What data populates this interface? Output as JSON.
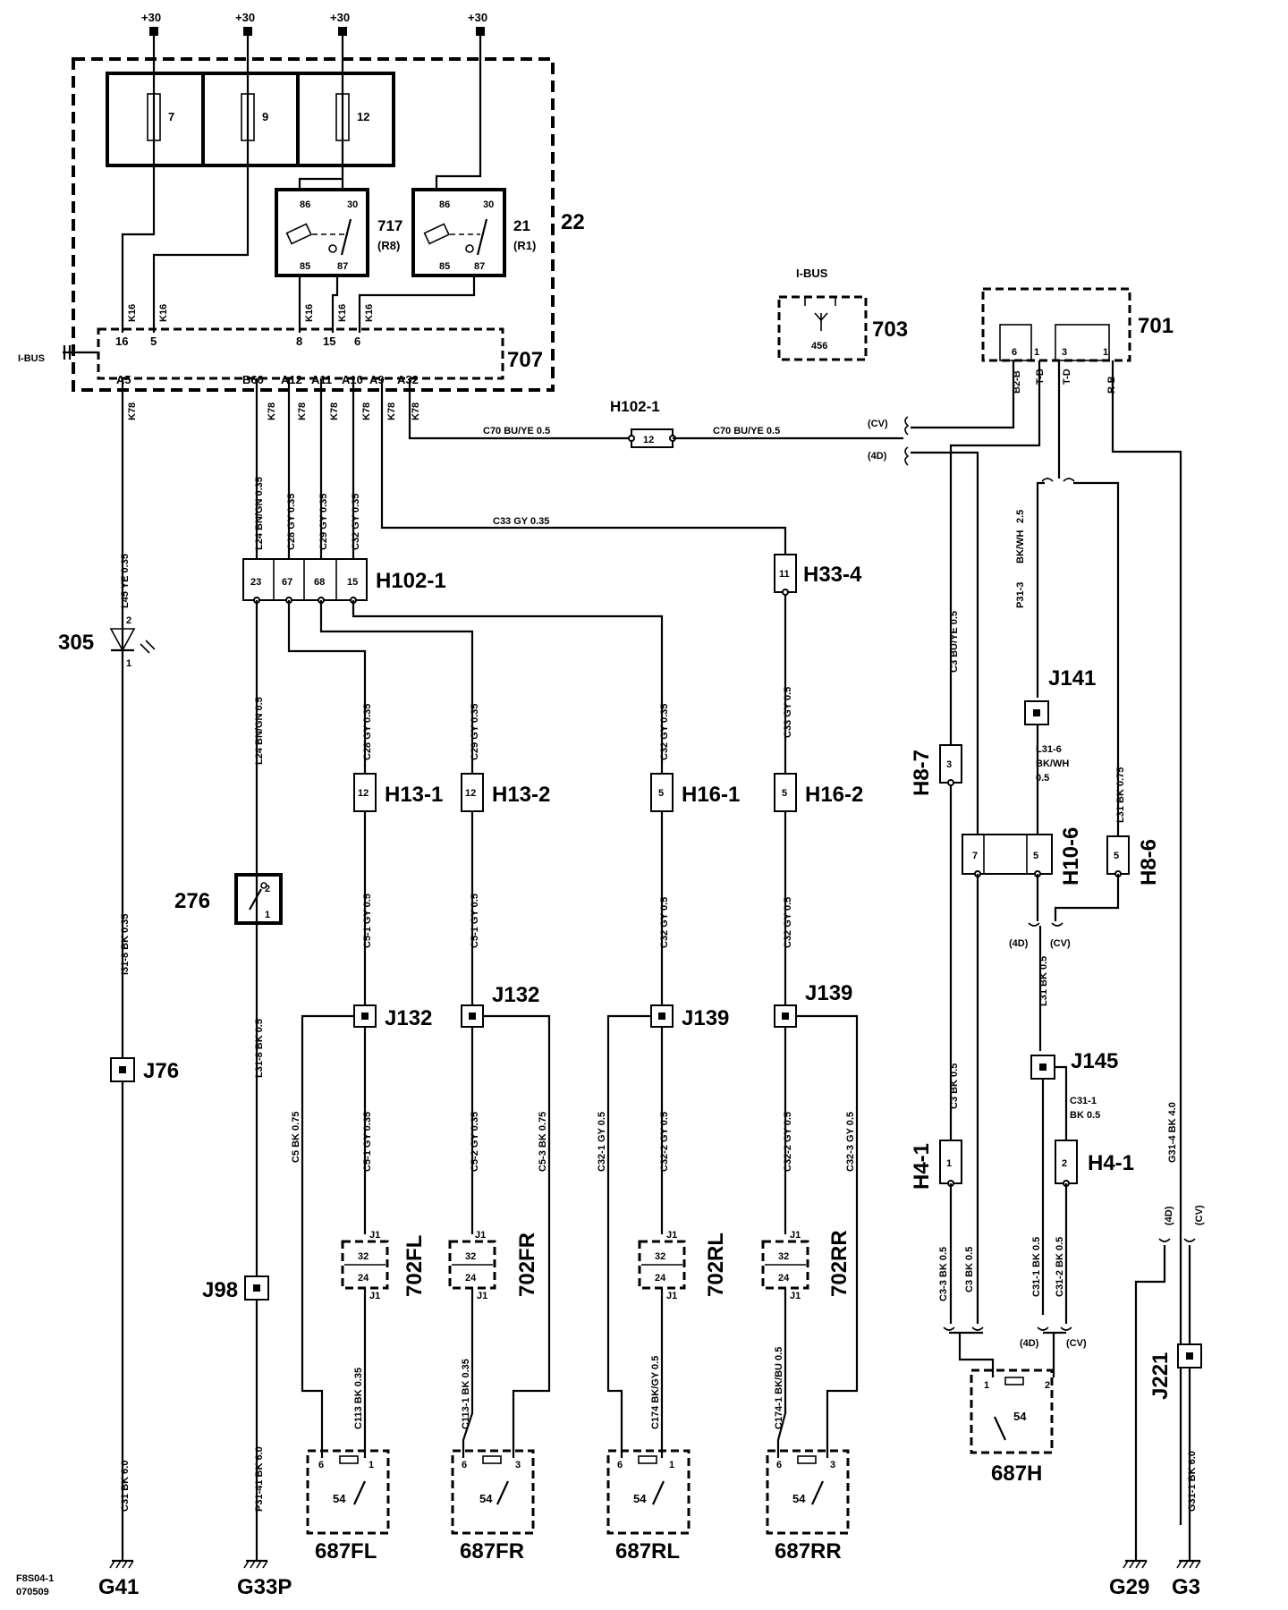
{
  "title_block": {
    "code": "F8S04-1",
    "date": "070509"
  },
  "power": {
    "plus30": "+30"
  },
  "fusebox": {
    "id": "22",
    "fuses": [
      "7",
      "9",
      "12"
    ]
  },
  "relays": [
    {
      "id": "717",
      "sub": "(R8)",
      "pins": [
        "86",
        "30",
        "85",
        "87"
      ]
    },
    {
      "id": "21",
      "sub": "(R1)",
      "pins": [
        "86",
        "30",
        "85",
        "87"
      ]
    }
  ],
  "module707": {
    "id": "707",
    "ibus": "I-BUS",
    "top_pins": [
      "16",
      "5",
      "8",
      "15",
      "6"
    ],
    "k16": "K16",
    "bottom_pins": [
      "A5",
      "B60",
      "A12",
      "A11",
      "A10",
      "A9",
      "A32"
    ],
    "k78": "K78"
  },
  "module703": {
    "id": "703",
    "ibus": "I-BUS",
    "pin": "456"
  },
  "module701": {
    "id": "701",
    "pins": [
      "6",
      "1",
      "3",
      "1"
    ],
    "wires": [
      "B2-B",
      "T-B",
      "T-D",
      "R-B"
    ]
  },
  "connectors": {
    "h102_1": "H102-1",
    "h102_1_pin": "12",
    "h102_1_pins": [
      "23",
      "67",
      "68",
      "15"
    ],
    "h33_4": "H33-4",
    "h33_4_pin": "11",
    "h13_1": "H13-1",
    "h13_2": "H13-2",
    "h16_1": "H16-1",
    "h16_2": "H16-2",
    "h13_pin": "12",
    "h16_pin": "5",
    "h8_7": "H8-7",
    "h8_7_pin": "3",
    "h10_6": "H10-6",
    "h10_6_pins": [
      "7",
      "5"
    ],
    "h8_6": "H8-6",
    "h8_6_pin": "5",
    "h4_1": "H4-1",
    "h4_1_pins": [
      "1",
      "2"
    ]
  },
  "splices": {
    "j76": "J76",
    "j98": "J98",
    "j132": "J132",
    "j139": "J139",
    "j141": "J141",
    "j145": "J145",
    "j221": "J221"
  },
  "components": {
    "c305": "305",
    "c305_pins": [
      "2",
      "1"
    ],
    "c276": "276",
    "c276_pins": [
      "2",
      "1"
    ],
    "sw702": [
      "702FL",
      "702FR",
      "702RL",
      "702RR"
    ],
    "sw702_pins": [
      "J1",
      "32",
      "24",
      "J1"
    ],
    "sw687": [
      "687FL",
      "687FR",
      "687RL",
      "687RR",
      "687H"
    ],
    "sw687_pins": [
      "6",
      "1",
      "3",
      "54",
      "2"
    ]
  },
  "grounds": {
    "g41": "G41",
    "g33p": "G33P",
    "g29": "G29",
    "g3": "G3"
  },
  "variants": {
    "cv": "(CV)",
    "d4": "(4D)"
  },
  "wire_labels": {
    "c70": "C70   BU/YE  0.5",
    "c33h": "C33   GY   0.35",
    "l45": "L45  YE  0.35",
    "i31_8": "I31-8  BK  0.35",
    "c31": "C31  BK  6.0",
    "l24a": "L24 BN/GN 0.35",
    "c28a": "C28  GY  0.35",
    "c29a": "C29  GY  0.35",
    "c32a": "C32  GY  0.35",
    "l24b": "L24  BN/GN  0.5",
    "l31_8": "L31-8  BK  0.5",
    "p31_41": "P31-41  BK  6.0",
    "c28b": "C28  GY  0.35",
    "c29b": "C29  GY  0.35",
    "c32b": "C32  GY  0.35",
    "c33v": "C33  GY  0.5",
    "c5_1a": "C5-1  GY  0.5",
    "c5_1b": "C5-1  GY  0.5",
    "c32c": "C32  GY  0.5",
    "c32d": "C32  GY  0.5",
    "c5": "C5  BK  0.75",
    "c5_1c": "C5-1  GY  0.35",
    "c5_2": "C5-2  GY  0.35",
    "c5_3": "C5-3  BK  0.75",
    "c32_1": "C32-1  GY  0.5",
    "c32_2a": "C32-2  GY  0.5",
    "c32_2b": "C32-2  GY  0.5",
    "c32_3": "C32-3  GY  0.5",
    "c113": "C113  BK  0.35",
    "c113_1": "C113-1  BK  0.35",
    "c174": "C174  BK/GY  0.5",
    "c174_1": "C174-1 BK/BU  0.5",
    "c3a": "C3  BU/YE  0.5",
    "p31_3": "P31-3",
    "bkwh": "BK/WH",
    "v25": "2.5",
    "l31_6a": "L31-6",
    "l31_6b": "BK/WH",
    "l31_6c": "0.5",
    "l31bk": "L31  BK  0.75",
    "l31v": "L31  BK  0.5",
    "c3b": "C3  BK  0.5",
    "c31_1a": "C31-1",
    "c31_1b": "BK  0.5",
    "g31_4": "G31-4  BK  4.0",
    "c3_3": "C3-3  BK  0.5",
    "c3c": "C3  BK  0.5",
    "c31_1c": "C31-1  BK  0.5",
    "c31_2": "C31-2  BK  0.5",
    "g31_1": "G31-1  BK  6.0"
  }
}
